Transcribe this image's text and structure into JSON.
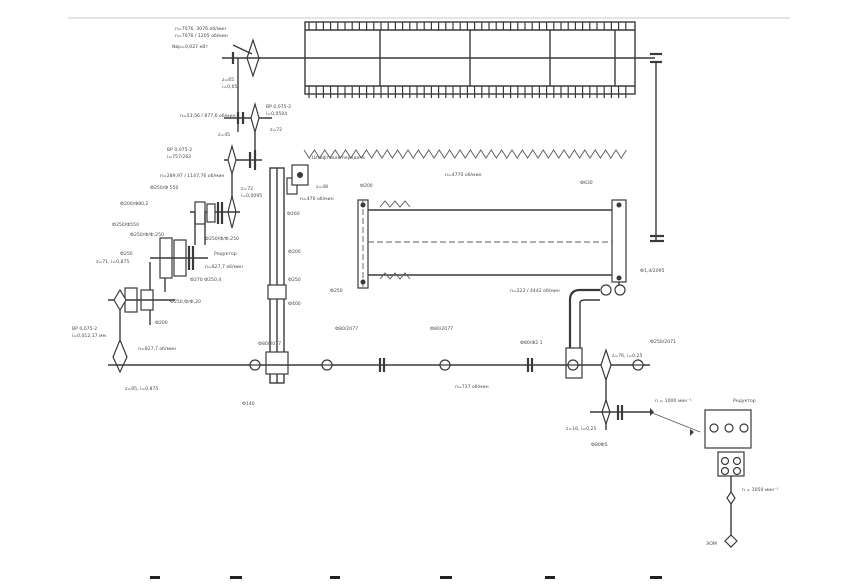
{
  "labels": {
    "top_speed_1": "n=7076, 3076 об/мин",
    "top_speed_2": "n=7076 / 1205 об/мин",
    "top_power": "Nвр=0,027 кВт",
    "z65": "z=65",
    "i065": "i=0,65",
    "dr1": "ВР 0,075-2",
    "dr1b": "i=0,0504",
    "speed_mid": "n=53,56 / 877,6 об/мин",
    "z45": "z=45",
    "z72": "z=72",
    "dr2": "ВР 0,075-2",
    "dr2b": "i=757/262",
    "speed_mid2": "n=289,97 / 1147,76 об/мин",
    "zz": "z=72",
    "dr3": "i=0,0095",
    "shtift": "Штифтовая передача",
    "z48": "z=48",
    "n_chain": "n=476 об/мин",
    "n_chain2": "n=4770 об/мин",
    "b_left": "Ф160",
    "b_top1": "Ф200",
    "b_right": "Ф630",
    "ps1": "Ф250/Ф 550",
    "ps2": "Ф200/Ф80,2",
    "ps3": "Ф250/Ф550",
    "ps4": "Ф250/Ф/Ф,250",
    "ps5": "Ф250/Ф/Ф,250",
    "gear_box": "Редуктор",
    "ps6": "n=827,7 об/мин",
    "ps7": "Ф270 Ф250,4",
    "ps8": "Ф250,Ф/Ф,20",
    "ps9": "Ф250",
    "ps10": "Ф200",
    "ps11": "Ф200",
    "lower_lbl1": "Ф250",
    "lower_lbl2": "Ф400",
    "lower_lbl3": "Ф250",
    "left_top": "z=71, i=0,875",
    "left_mid1": "ВР 0,075-2",
    "left_mid2": "i=0,012,17 мм",
    "left_speed": "n=827,7 об/мин",
    "left_bottom": "z=95, i=0,875",
    "b140": "Ф140",
    "c1": "Ф80/2077",
    "c2": "Ф80/2077",
    "c3": "Ф80/Ф2 1",
    "n_main": "n=737 об/мин",
    "n_right1": "n=222 / 4442 об/мин",
    "z_right": "z=76, i=0,25",
    "r_lbl": "Ф1,4/2095",
    "r_lbl2": "Ф250/2071",
    "r_speed": "n = 1000 мин⁻¹",
    "r_z": "z=16, i=0,25",
    "r_lbl3": "Ф80Ф5",
    "red2": "Редуктор",
    "r_speed2": "n = 1050 мин⁻¹",
    "motor": "ЭОМ"
  }
}
